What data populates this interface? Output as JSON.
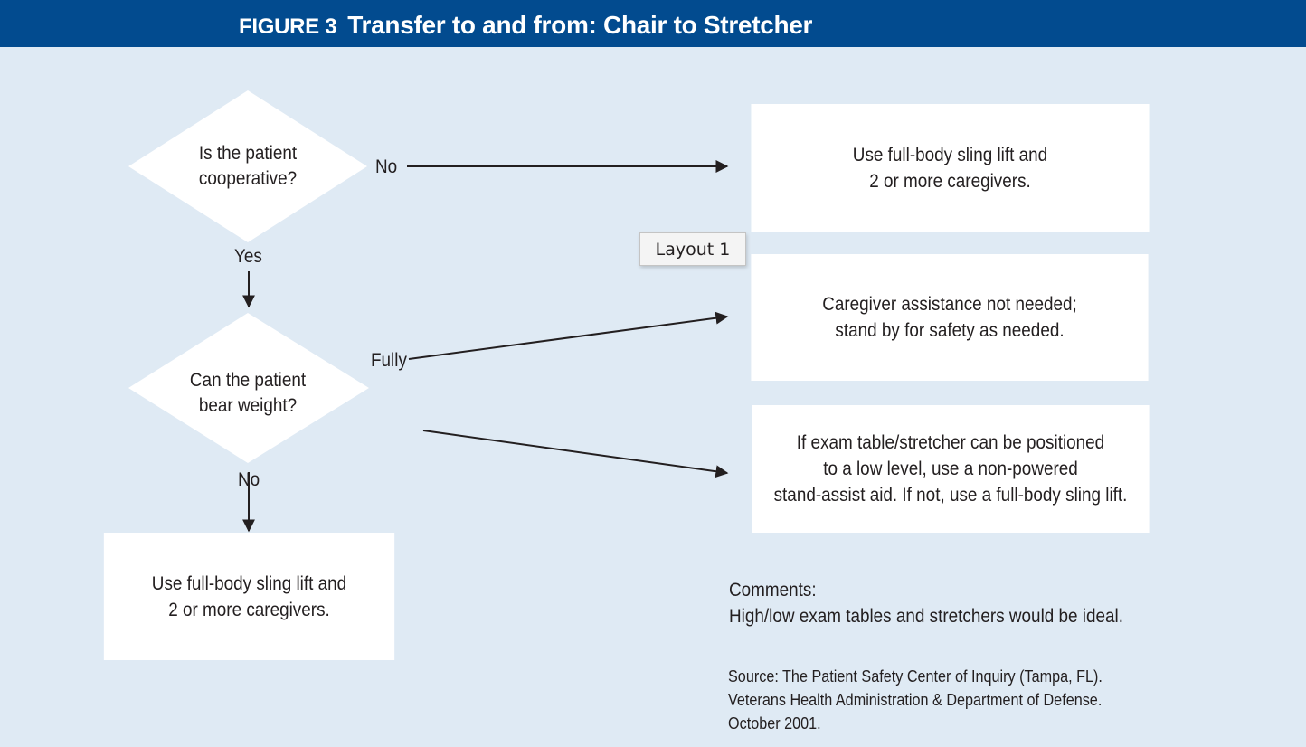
{
  "header": {
    "figure": "FIGURE 3",
    "title": "Transfer to and from: Chair to Stretcher"
  },
  "nodes": {
    "q1": [
      "Is the patient",
      "cooperative?"
    ],
    "q2": [
      "Can the patient",
      "bear weight?"
    ],
    "r1": [
      "Use full-body sling lift and",
      "2 or more caregivers."
    ],
    "r2": [
      "Caregiver assistance not needed;",
      "stand by for safety as needed."
    ],
    "r3": [
      "If exam table/stretcher can be positioned",
      "to a low level, use a non-powered",
      "stand-assist aid. If not, use a full-body sling lift."
    ],
    "r4": [
      "Use full-body sling lift and",
      "2 or more caregivers."
    ]
  },
  "edges": {
    "q1_no": "No",
    "q1_yes": "Yes",
    "q2_fully": "Fully",
    "q2_no": "No"
  },
  "tooltip": "Layout 1",
  "comments": [
    "Comments:",
    "High/low exam tables and stretchers would be ideal."
  ],
  "source": [
    "Source: The Patient Safety Center of Inquiry (Tampa, FL).",
    "Veterans Health Administration & Department of Defense.",
    "October 2001."
  ]
}
